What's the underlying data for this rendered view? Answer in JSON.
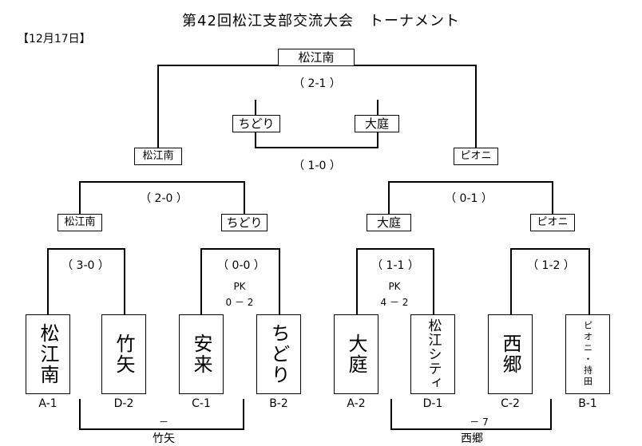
{
  "title": "第42回松江支部交流大会　トーナメント",
  "date": "【12月17日】",
  "final": {
    "winner": "松江南",
    "score": "（ 2-1 ）"
  },
  "third_place": {
    "team1": "ちどり",
    "team2": "大庭",
    "score": "（ 1-0 ）"
  },
  "semis": {
    "left": {
      "winner": "松江南",
      "score": "（ 2-0 ）"
    },
    "right": {
      "winner": "ピオニ",
      "score": "（ 0-1 ）"
    }
  },
  "quarters": [
    {
      "winner": "松江南",
      "score": "（ 3-0 ）",
      "pk": "",
      "pk_score": ""
    },
    {
      "winner": "ちどり",
      "score": "（ 0-0 ）",
      "pk": "PK",
      "pk_score": "0 － 2"
    },
    {
      "winner": "大庭",
      "score": "（ 1-1 ）",
      "pk": "PK",
      "pk_score": "4 － 2"
    },
    {
      "winner": "ピオニ",
      "score": "（ 1-2 ）",
      "pk": "",
      "pk_score": ""
    }
  ],
  "teams": [
    {
      "name": "松江南",
      "code": "A-1"
    },
    {
      "name": "竹矢",
      "code": "D-2"
    },
    {
      "name": "安来",
      "code": "C-1"
    },
    {
      "name": "ちどり",
      "code": "B-2"
    },
    {
      "name": "大庭",
      "code": "A-2"
    },
    {
      "name": "松江シティ",
      "code": "D-1"
    },
    {
      "name": "西郷",
      "code": "C-2"
    },
    {
      "name": "ピオニ・持田",
      "code": "B-1"
    }
  ],
  "consolation": {
    "left": {
      "name": "竹矢",
      "score": "－"
    },
    "right": {
      "name": "西郷",
      "score": "－ 7"
    }
  }
}
